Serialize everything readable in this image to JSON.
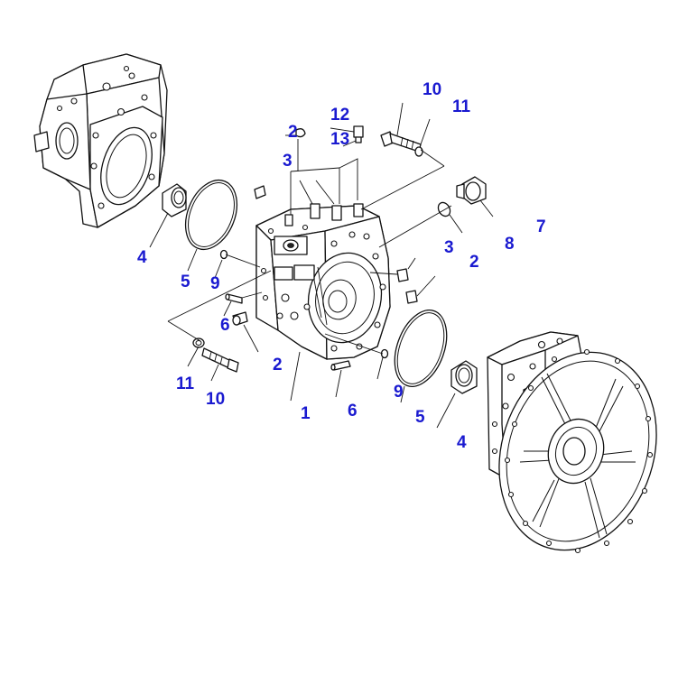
{
  "callouts": [
    {
      "id": "c1",
      "text": "1"
    },
    {
      "id": "c2a",
      "text": "2"
    },
    {
      "id": "c2b",
      "text": "2"
    },
    {
      "id": "c2c",
      "text": "2"
    },
    {
      "id": "c3a",
      "text": "3"
    },
    {
      "id": "c3b",
      "text": "3"
    },
    {
      "id": "c4a",
      "text": "4"
    },
    {
      "id": "c4b",
      "text": "4"
    },
    {
      "id": "c5a",
      "text": "5"
    },
    {
      "id": "c5b",
      "text": "5"
    },
    {
      "id": "c6a",
      "text": "6"
    },
    {
      "id": "c6b",
      "text": "6"
    },
    {
      "id": "c7",
      "text": "7"
    },
    {
      "id": "c8",
      "text": "8"
    },
    {
      "id": "c9a",
      "text": "9"
    },
    {
      "id": "c9b",
      "text": "9"
    },
    {
      "id": "c10a",
      "text": "10"
    },
    {
      "id": "c10b",
      "text": "10"
    },
    {
      "id": "c11a",
      "text": "11"
    },
    {
      "id": "c11b",
      "text": "11"
    },
    {
      "id": "c12",
      "text": "12"
    },
    {
      "id": "c13",
      "text": "13"
    }
  ],
  "colors": {
    "callout": "#1a1ad0",
    "line": "#111111",
    "background": "#ffffff"
  }
}
